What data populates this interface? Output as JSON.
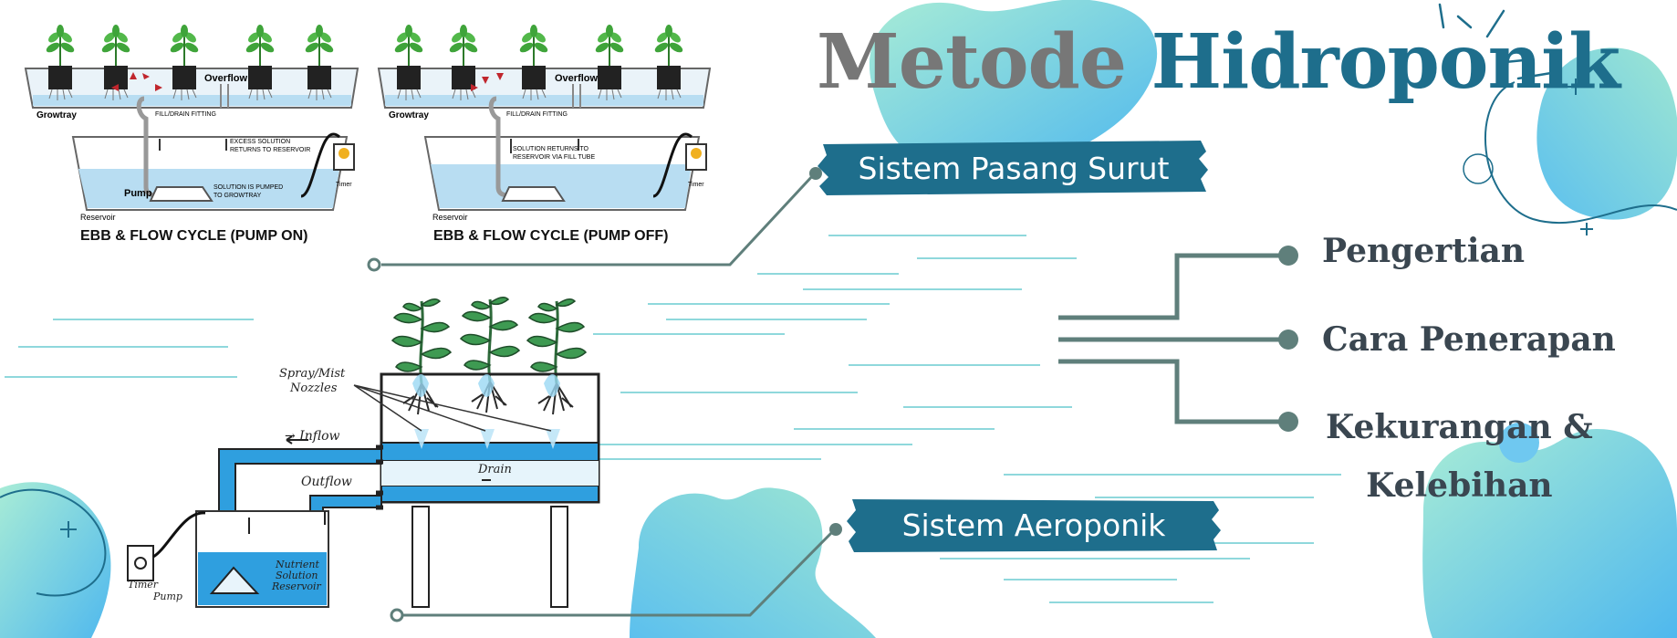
{
  "colors": {
    "teal": "#1e6e8c",
    "grey_title": "#777777",
    "tree_line": "#5f7f7b",
    "water": "#6fc8f0",
    "banner": "#1e6e8c"
  },
  "title": {
    "word1": "Metode",
    "word2": "Hidroponik"
  },
  "banners": {
    "pasang_surut": "Sistem Pasang Surut",
    "aeroponik": "Sistem Aeroponik"
  },
  "topics": {
    "pengertian": "Pengertian",
    "cara_penerapan": "Cara Penerapan",
    "kekurangan_line1": "Kekurangan &",
    "kekurangan_line2": "Kelebihan"
  },
  "ebb_on": {
    "overflow": "Overflow",
    "growtray": "Growtray",
    "fill_drain": "FILL/DRAIN FITTING",
    "excess1": "EXCESS SOLUTION",
    "excess2": "RETURNS TO RESERVOIR",
    "pumped1": "SOLUTION IS PUMPED",
    "pumped2": "TO GROWTRAY",
    "pump": "Pump",
    "timer": "Timer",
    "reservoir": "Reservoir",
    "caption": "EBB & FLOW CYCLE (PUMP ON)"
  },
  "ebb_off": {
    "overflow": "Overflow",
    "growtray": "Growtray",
    "fill_drain": "FILL/DRAIN FITTING",
    "returns1": "SOLUTION RETURNS TO",
    "returns2": "RESERVOIR VIA FILL TUBE",
    "timer": "Timer",
    "reservoir": "Reservoir",
    "caption": "EBB & FLOW CYCLE (PUMP OFF)"
  },
  "aero": {
    "spray1": "Spray/Mist",
    "spray2": "Nozzles",
    "inflow": "→ Inflow",
    "drain": "Drain",
    "outflow": "Outflow",
    "nutrient1": "Nutrient",
    "nutrient2": "Solution",
    "nutrient3": "Reservoir",
    "timer": "Timer",
    "pump": "Pump"
  }
}
